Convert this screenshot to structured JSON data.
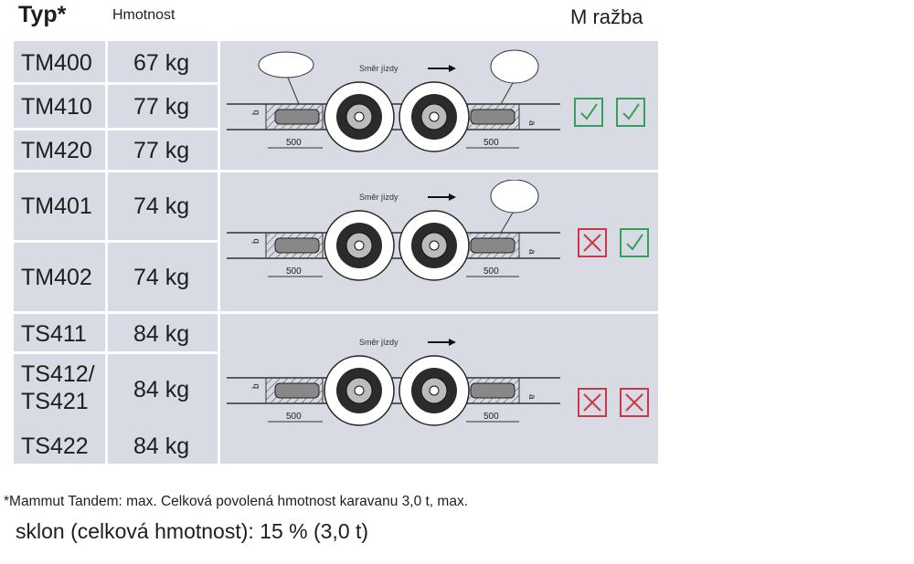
{
  "header": {
    "type_label": "Typ*",
    "weight_label": "Hmotnost",
    "m_label": "M ražba"
  },
  "groups": [
    {
      "rows": [
        {
          "type": "TM400",
          "weight": "67 kg"
        },
        {
          "type": "TM410",
          "weight": "77 kg"
        },
        {
          "type": "TM420",
          "weight": "77 kg"
        }
      ],
      "diagram": {
        "direction_label": "Směr jízdy",
        "dim_left": "500",
        "dim_right": "500",
        "label_b": "b",
        "label_a": "a"
      },
      "marks": [
        "check",
        "check"
      ]
    },
    {
      "rows": [
        {
          "type": "TM401",
          "weight": "74 kg"
        },
        {
          "type": "TM402",
          "weight": "74 kg"
        }
      ],
      "diagram": {
        "direction_label": "Směr jízdy",
        "dim_left": "500",
        "dim_right": "500",
        "label_b": "b",
        "label_a": "a"
      },
      "marks": [
        "cross",
        "check"
      ]
    },
    {
      "rows": [
        {
          "type": "TS411",
          "weight": "84 kg"
        },
        {
          "type_line1": "TS412/",
          "type_line2": "TS421",
          "weight": "84 kg"
        },
        {
          "type": "TS422",
          "weight": "84 kg"
        }
      ],
      "diagram": {
        "direction_label": "Směr jízdy",
        "dim_left": "500",
        "dim_right": "500",
        "label_b": "b",
        "label_a": "a"
      },
      "marks": [
        "cross",
        "cross"
      ]
    }
  ],
  "footnote": {
    "line1": "*Mammut Tandem: max. Celková povolená hmotnost karavanu 3,0 t, max.",
    "line2": "sklon (celková hmotnost): 15 % (3,0 t)"
  },
  "colors": {
    "table_bg": "#d8dae4",
    "check": "#35a05a",
    "cross": "#c9384a"
  },
  "icons": {
    "check": "check-icon",
    "cross": "cross-icon"
  }
}
